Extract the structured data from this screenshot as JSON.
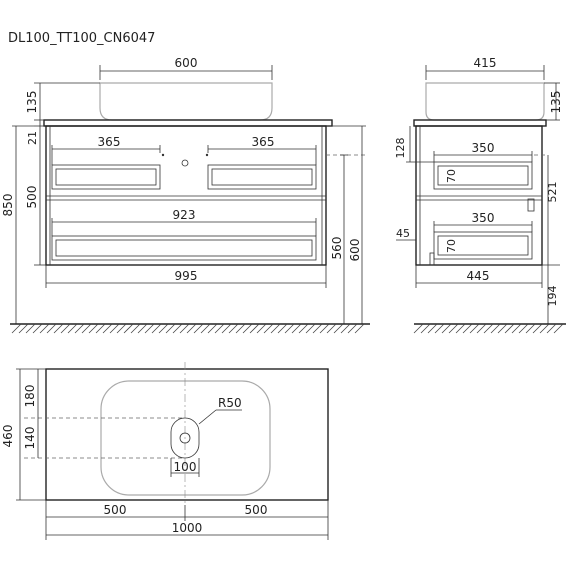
{
  "title": "DL100_TT100_CN6047",
  "front": {
    "basin_width": "600",
    "basin_height": "135",
    "top_thickness": "21",
    "drawer_upper_left": "365",
    "drawer_upper_right": "365",
    "upper_height": "500",
    "total_height": "850",
    "drawer_lower_width": "923",
    "cabinet_width": "995",
    "cabinet_body_height": "560",
    "cabinet_height": "600"
  },
  "side": {
    "basin_depth": "415",
    "basin_height": "135",
    "top_offset": "128",
    "drawer_upper_depth": "350",
    "drawer_upper_height": "70",
    "side_height": "521",
    "drawer_lower_depth": "350",
    "drawer_lower_height": "70",
    "bottom_offset": "45",
    "cabinet_depth": "445",
    "floor_height": "194"
  },
  "top": {
    "radius": "R50",
    "front_dist": "180",
    "hole_dist": "140",
    "depth": "460",
    "hole_width": "100",
    "half_left": "500",
    "half_right": "500",
    "width": "1000"
  }
}
